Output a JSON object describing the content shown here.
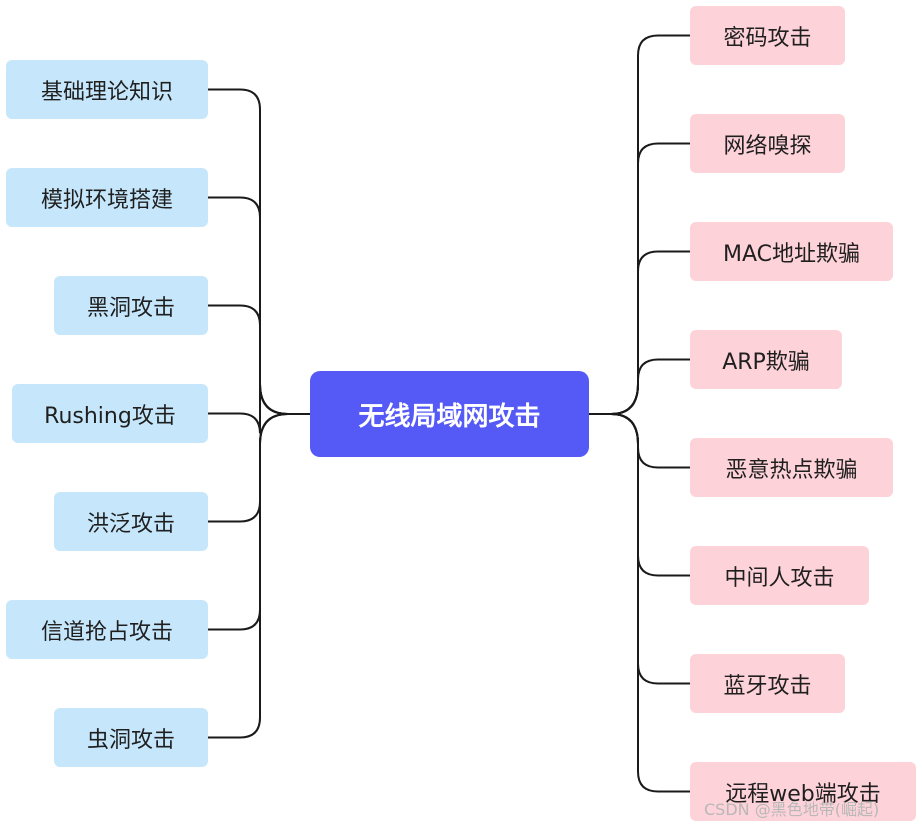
{
  "root": "无线局域网攻击",
  "left_branches": [
    "基础理论知识",
    "模拟环境搭建",
    "黑洞攻击",
    "Rushing攻击",
    "洪泛攻击",
    "信道抢占攻击",
    "虫洞攻击"
  ],
  "right_branches": [
    "密码攻击",
    "网络嗅探",
    "MAC地址欺骗",
    "ARP欺骗",
    "恶意热点欺骗",
    "中间人攻击",
    "蓝牙攻击",
    "远程web端攻击"
  ],
  "watermark": "CSDN @黑色地带(崛起)",
  "colors": {
    "root_fill": "#5559f5",
    "left_fill": "#c6e7fb",
    "right_fill": "#fdd3d9",
    "connector": "#1a1a1a"
  }
}
